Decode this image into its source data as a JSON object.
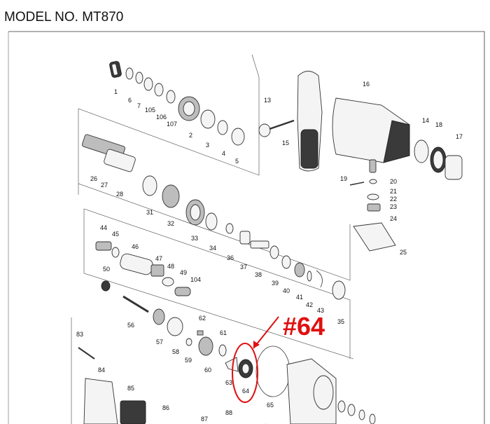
{
  "title": "MODEL NO. MT870",
  "callout": {
    "text": "#64",
    "color": "#e01010"
  },
  "parts": [
    {
      "id": "1",
      "label": "1"
    },
    {
      "id": "6",
      "label": "6"
    },
    {
      "id": "7",
      "label": "7"
    },
    {
      "id": "105",
      "label": "105"
    },
    {
      "id": "106",
      "label": "106"
    },
    {
      "id": "107",
      "label": "107"
    },
    {
      "id": "2",
      "label": "2"
    },
    {
      "id": "3",
      "label": "3"
    },
    {
      "id": "4",
      "label": "4"
    },
    {
      "id": "5",
      "label": "5"
    },
    {
      "id": "13",
      "label": "13"
    },
    {
      "id": "15",
      "label": "15"
    },
    {
      "id": "16",
      "label": "16"
    },
    {
      "id": "14",
      "label": "14"
    },
    {
      "id": "18",
      "label": "18"
    },
    {
      "id": "17",
      "label": "17"
    },
    {
      "id": "19",
      "label": "19"
    },
    {
      "id": "20",
      "label": "20"
    },
    {
      "id": "21",
      "label": "21"
    },
    {
      "id": "22",
      "label": "22"
    },
    {
      "id": "23",
      "label": "23"
    },
    {
      "id": "24",
      "label": "24"
    },
    {
      "id": "25",
      "label": "25"
    },
    {
      "id": "26",
      "label": "26"
    },
    {
      "id": "27",
      "label": "27"
    },
    {
      "id": "28",
      "label": "28"
    },
    {
      "id": "31",
      "label": "31"
    },
    {
      "id": "32",
      "label": "32"
    },
    {
      "id": "33",
      "label": "33"
    },
    {
      "id": "34",
      "label": "34"
    },
    {
      "id": "36",
      "label": "36"
    },
    {
      "id": "37",
      "label": "37"
    },
    {
      "id": "38",
      "label": "38"
    },
    {
      "id": "39",
      "label": "39"
    },
    {
      "id": "40",
      "label": "40"
    },
    {
      "id": "41",
      "label": "41"
    },
    {
      "id": "42",
      "label": "42"
    },
    {
      "id": "43",
      "label": "43"
    },
    {
      "id": "35",
      "label": "35"
    },
    {
      "id": "44",
      "label": "44"
    },
    {
      "id": "45",
      "label": "45"
    },
    {
      "id": "46",
      "label": "46"
    },
    {
      "id": "47",
      "label": "47"
    },
    {
      "id": "48",
      "label": "48"
    },
    {
      "id": "49",
      "label": "49"
    },
    {
      "id": "104",
      "label": "104"
    },
    {
      "id": "50",
      "label": "50"
    },
    {
      "id": "56",
      "label": "56"
    },
    {
      "id": "57",
      "label": "57"
    },
    {
      "id": "58",
      "label": "58"
    },
    {
      "id": "59",
      "label": "59"
    },
    {
      "id": "62",
      "label": "62"
    },
    {
      "id": "61",
      "label": "61"
    },
    {
      "id": "60",
      "label": "60"
    },
    {
      "id": "63",
      "label": "63"
    },
    {
      "id": "64",
      "label": "64"
    },
    {
      "id": "65",
      "label": "65"
    },
    {
      "id": "83",
      "label": "83"
    },
    {
      "id": "84",
      "label": "84"
    },
    {
      "id": "85",
      "label": "85"
    },
    {
      "id": "86",
      "label": "86"
    },
    {
      "id": "87",
      "label": "87"
    },
    {
      "id": "88",
      "label": "88"
    }
  ]
}
